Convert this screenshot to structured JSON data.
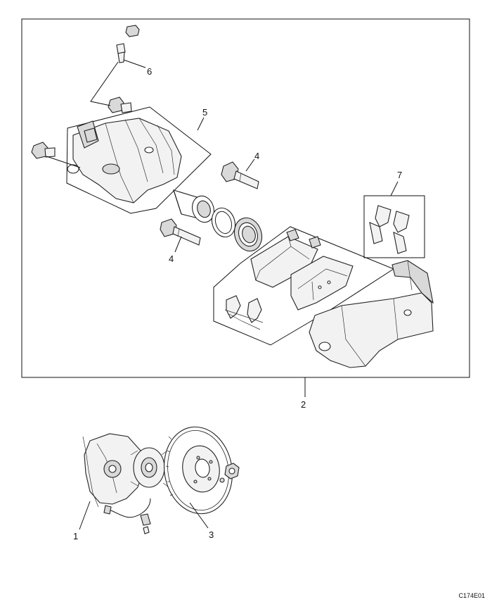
{
  "callouts": {
    "c1": "1",
    "c2": "2",
    "c3": "3",
    "c4a": "4",
    "c4b": "4",
    "c5": "5",
    "c6": "6",
    "c7": "7"
  },
  "reference_code": "C174E01"
}
